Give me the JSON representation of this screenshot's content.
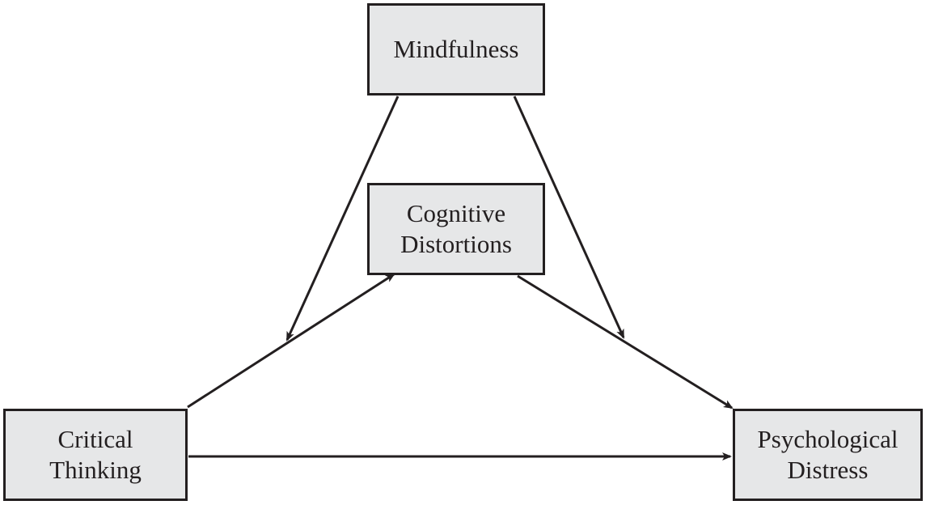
{
  "nodes": {
    "mindfulness": {
      "lines": [
        "Mindfulness"
      ]
    },
    "cognitive_distortions": {
      "lines": [
        "Cognitive",
        "Distortions"
      ]
    },
    "critical_thinking": {
      "lines": [
        "Critical",
        "Thinking"
      ]
    },
    "psychological_distress": {
      "lines": [
        "Psychological",
        "Distress"
      ]
    }
  },
  "edges": [
    {
      "from": "critical_thinking",
      "to": "cognitive_distortions"
    },
    {
      "from": "cognitive_distortions",
      "to": "psychological_distress"
    },
    {
      "from": "critical_thinking",
      "to": "psychological_distress"
    },
    {
      "from": "mindfulness",
      "to": "edge:critical_thinking->cognitive_distortions"
    },
    {
      "from": "mindfulness",
      "to": "edge:cognitive_distortions->psychological_distress"
    }
  ],
  "colors": {
    "box_fill": "#e6e7e8",
    "stroke": "#231f20",
    "text": "#231f20"
  }
}
